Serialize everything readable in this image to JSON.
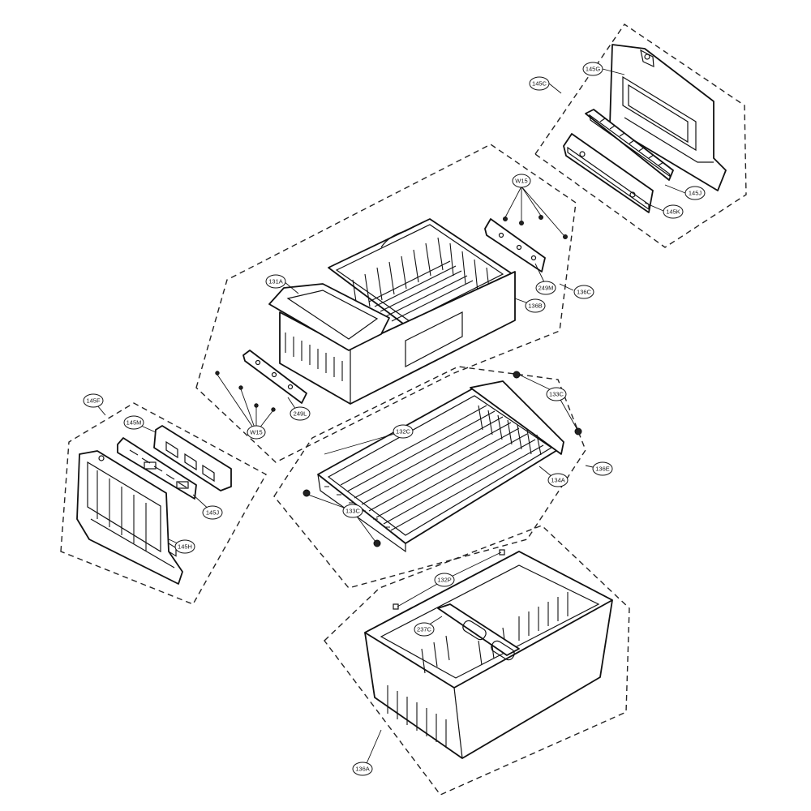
{
  "labels": {
    "l145g": "145G",
    "l145c": "145C",
    "l145j_top": "145J",
    "l145k": "145K",
    "lw15_top": "W15",
    "l131a": "131A",
    "l249m": "249M",
    "l136c": "136C",
    "l136b": "136B",
    "l249l": "249L",
    "lw15_left": "W15",
    "l133c_top": "133C",
    "l132c": "132C",
    "l136e": "136E",
    "l134a": "134A",
    "l133c_left": "133C",
    "l145f": "145F",
    "l145m": "145M",
    "l145j_left": "145J",
    "l145h": "145H",
    "l132p": "132P",
    "l237c": "237C",
    "l136a": "136A"
  }
}
